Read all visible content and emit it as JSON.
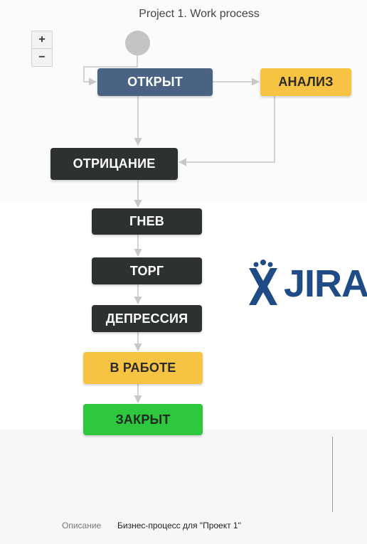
{
  "diagram": {
    "title": "Project 1. Work process",
    "zoom": {
      "in_label": "+",
      "out_label": "−"
    },
    "nodes": {
      "open": "ОТКРЫТ",
      "analysis": "АНАЛИЗ",
      "denial": "ОТРИЦАНИЕ",
      "anger": "ГНЕВ",
      "bargain": "ТОРГ",
      "depression": "ДЕПРЕССИЯ",
      "in_progress": "В РАБОТЕ",
      "closed": "ЗАКРЫТ"
    },
    "colors": {
      "open": "#4a6283",
      "status_dark": "#2d3132",
      "status_yellow": "#f6c342",
      "status_green": "#2ec73e",
      "edge": "#c8c8c8",
      "jira_blue": "#1f4b86"
    }
  },
  "logo": {
    "text": "JIRA",
    "icon": "jira-icon"
  },
  "details": {
    "description_label": "Описание",
    "description_value": "Бизнес-процесс для \"Проект 1\""
  }
}
